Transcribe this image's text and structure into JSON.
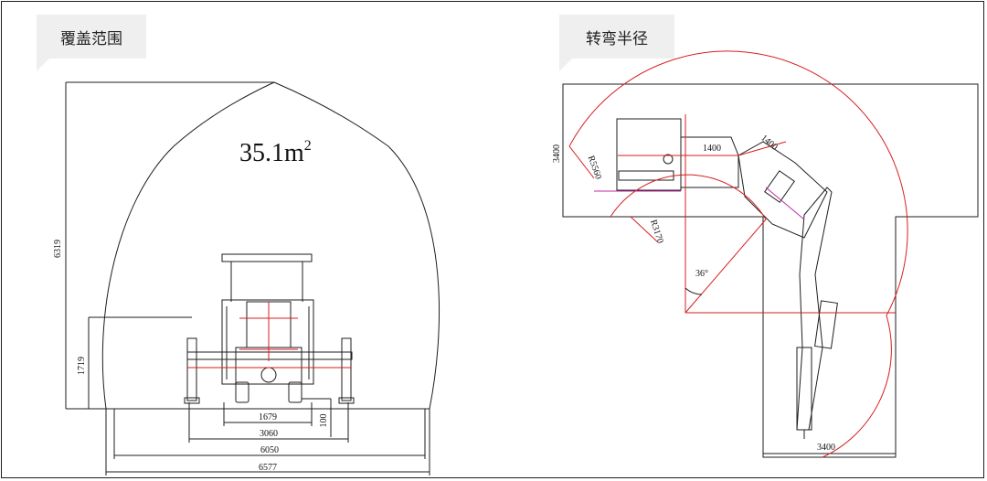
{
  "left_panel": {
    "title": "覆盖范围",
    "area_value": "35.1m",
    "area_unit_power": "2",
    "dims": {
      "height_total": "6319",
      "height_support": "1719",
      "width_1": "1679",
      "width_2": "3060",
      "width_3": "6050",
      "width_4": "6577",
      "ground_clearance": "100"
    }
  },
  "right_panel": {
    "title": "转弯半径",
    "dims": {
      "height_left": "3400",
      "radius_outer": "R5560",
      "radius_inner": "R3170",
      "length_top": "1400",
      "length_diag": "1400",
      "angle": "36°",
      "bottom_width": "3400"
    }
  },
  "colors": {
    "line": "#1e1e1e",
    "red": "#d81e1e",
    "magenta": "#c02aa0",
    "tag_bg": "#efefef"
  }
}
